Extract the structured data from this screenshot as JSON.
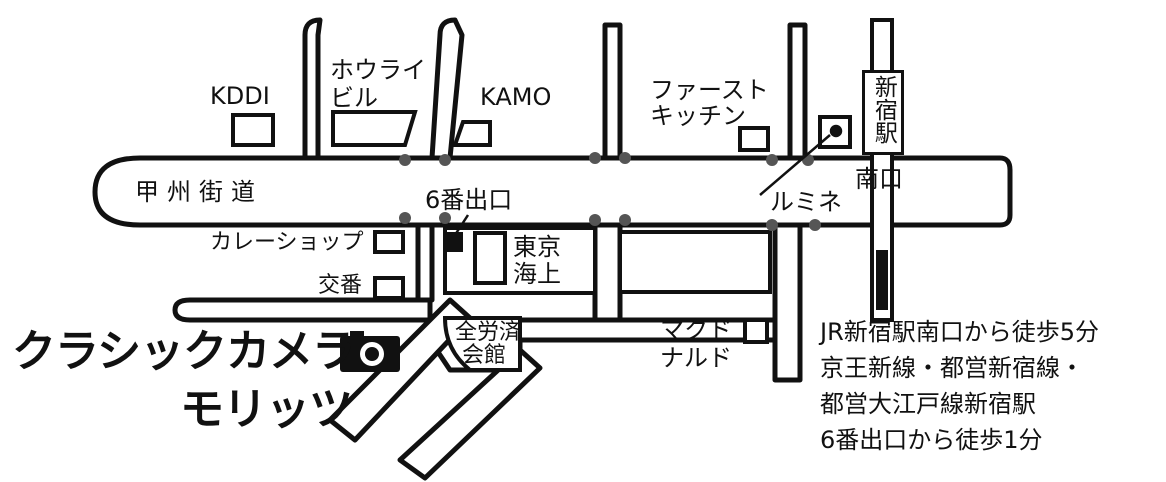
{
  "map": {
    "store_name_line1": "クラシックカメラ",
    "store_name_line2": "モリッツ",
    "street_label": "甲州街道",
    "station_label": "新宿駅",
    "south_exit_label": "南口",
    "exit6_label": "6番出口",
    "lumine_label": "ルミネ",
    "landmarks": {
      "kddi": "KDDI",
      "houwa_line1": "ホウライ",
      "houwa_line2": "ビル",
      "kamo": "KAMO",
      "first_kitchen_line1": "ファースト",
      "first_kitchen_line2": "キッチン",
      "curry_shop": "カレーショップ",
      "police_box": "交番",
      "tokio_marine_line1": "東京",
      "tokio_marine_line2": "海上",
      "zenrosai_line1": "全労済",
      "zenrosai_line2": "会館",
      "mcdonalds_line1": "マクド",
      "mcdonalds_line2": "ナルド"
    },
    "directions": [
      "JR新宿駅南口から徒歩5分",
      "京王新線・都営新宿線・",
      "都営大江戸線新宿駅",
      "6番出口から徒歩1分"
    ]
  }
}
